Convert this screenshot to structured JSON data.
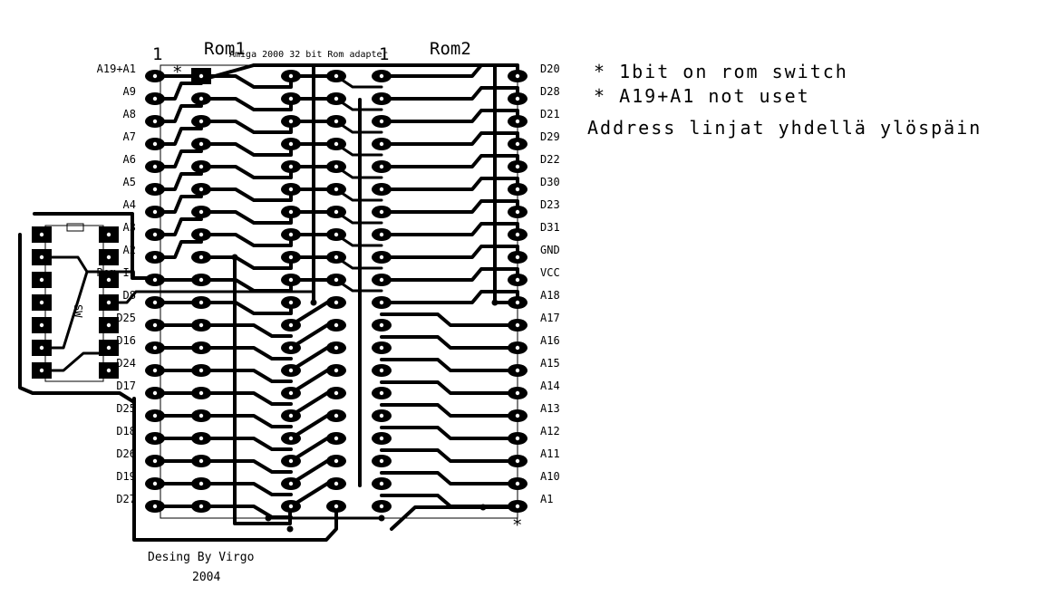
{
  "header": {
    "pin1_left": "1",
    "pin1_right": "1",
    "rom1": "Rom1",
    "rom2": "Rom2",
    "subtitle": "Amiga 2000  32 bit Rom adapter"
  },
  "notes": [
    "* 1bit on rom switch",
    "* A19+A1 not uset",
    "Address linjat yhdellä ylöspäin"
  ],
  "left_labels": [
    "A19+A1",
    "A9",
    "A8",
    "A7",
    "A6",
    "A5",
    "A4",
    "A3",
    "A2",
    "Rom In",
    "D8",
    "D25",
    "D16",
    "D24",
    "D17",
    "D25",
    "D18",
    "D26",
    "D19",
    "D27"
  ],
  "right_labels": [
    "D20",
    "D28",
    "D21",
    "D29",
    "D22",
    "D30",
    "D23",
    "D31",
    "GND",
    "VCC",
    "A18",
    "A17",
    "A16",
    "A15",
    "A14",
    "A13",
    "A12",
    "A11",
    "A10",
    "A1"
  ],
  "dip_label": "SW",
  "marks": {
    "star_top": "*",
    "star_bottom": "*"
  },
  "credit": {
    "line1": "Desing By Virgo",
    "line2": "2004"
  }
}
